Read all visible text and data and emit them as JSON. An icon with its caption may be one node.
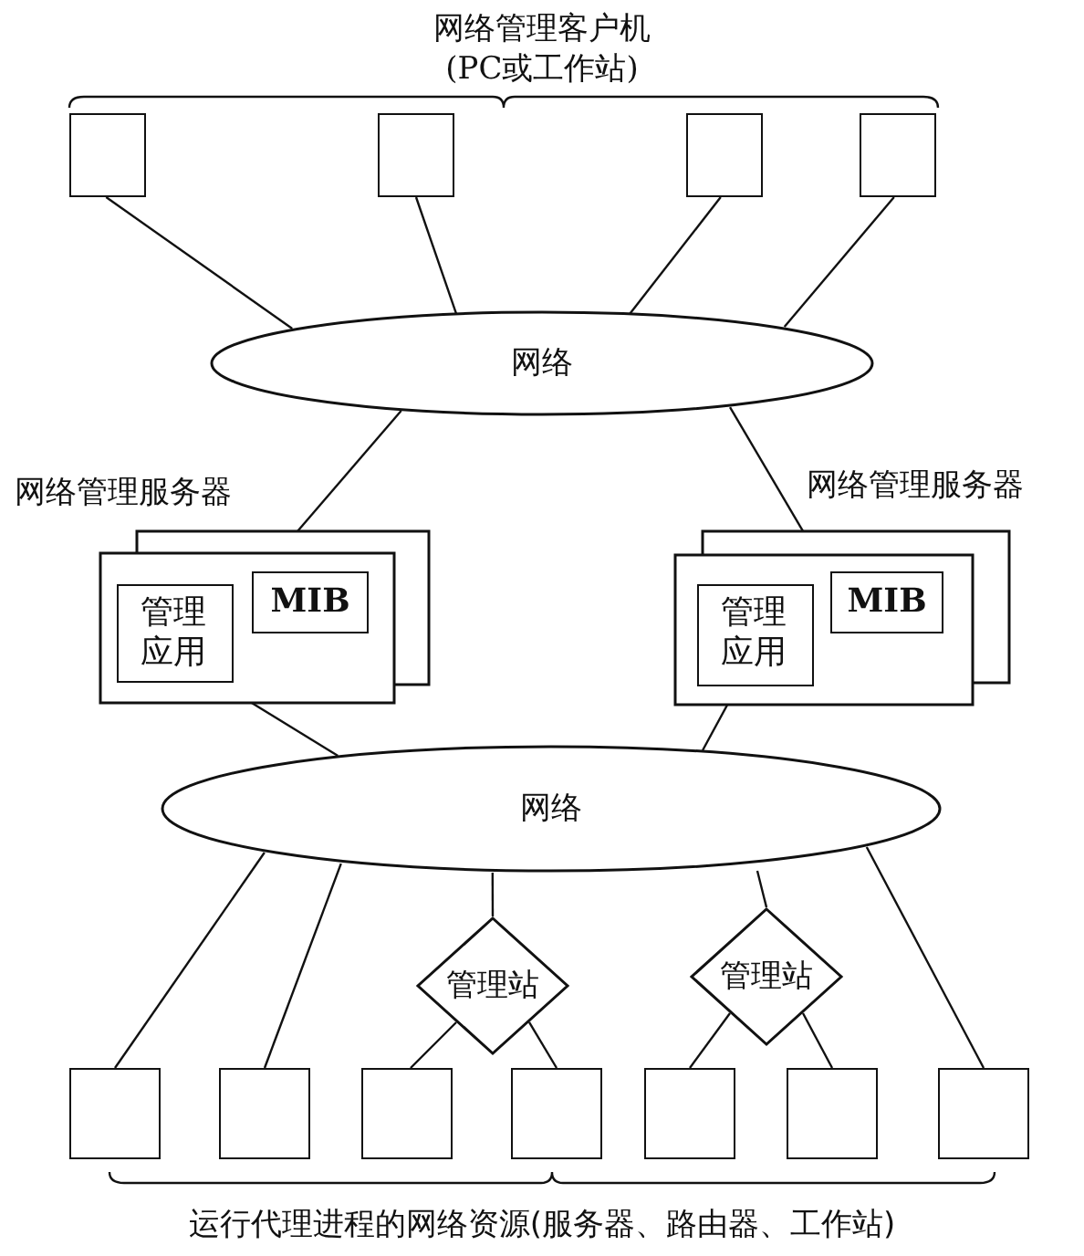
{
  "diagram": {
    "nodes": [
      {
        "text": [],
        "shape": "box"
      },
      {
        "text": [],
        "shape": "box"
      },
      {
        "text": [],
        "shape": "box"
      },
      {
        "text": [],
        "shape": "box"
      },
      {
        "text": [
          "网络"
        ]
      },
      {
        "text": [
          "网络管理服务器"
        ]
      },
      {
        "text": [
          "管理应用"
        ],
        "in": 5
      },
      {
        "text": [
          "MIB"
        ],
        "in": 5
      },
      {
        "text": [
          "网络管理服务器"
        ]
      },
      {
        "text": [
          "管理应用"
        ],
        "in": 8
      },
      {
        "text": [
          "MIB"
        ],
        "in": 8
      },
      {
        "text": [
          "网络"
        ]
      },
      {
        "text": [
          "管理站"
        ]
      },
      {
        "text": [
          "管理站"
        ]
      },
      {
        "text": [],
        "shape": "box"
      },
      {
        "text": [],
        "shape": "box"
      },
      {
        "text": [],
        "shape": "box"
      },
      {
        "text": [],
        "shape": "box"
      },
      {
        "text": [],
        "shape": "box"
      },
      {
        "text": [],
        "shape": "box"
      },
      {
        "text": [],
        "shape": "box"
      }
    ],
    "edges": [
      {
        "from": 0,
        "to": 4,
        "arrow": "none"
      },
      {
        "from": 1,
        "to": 4,
        "arrow": "none"
      },
      {
        "from": 2,
        "to": 4,
        "arrow": "none"
      },
      {
        "from": 3,
        "to": 4,
        "arrow": "none"
      },
      {
        "from": 4,
        "to": 5,
        "arrow": "none"
      },
      {
        "from": 4,
        "to": 8,
        "arrow": "none"
      },
      {
        "from": 6,
        "to": 11,
        "arrow": "none"
      },
      {
        "from": 9,
        "to": 11,
        "arrow": "none"
      },
      {
        "from": 11,
        "to": 14,
        "arrow": "none"
      },
      {
        "from": 11,
        "to": 15,
        "arrow": "none"
      },
      {
        "from": 11,
        "to": 12,
        "arrow": "none"
      },
      {
        "from": 11,
        "to": 13,
        "arrow": "none"
      },
      {
        "from": 11,
        "to": 20,
        "arrow": "none"
      },
      {
        "from": 12,
        "to": 16,
        "arrow": "none"
      },
      {
        "from": 12,
        "to": 17,
        "arrow": "none"
      },
      {
        "from": 13,
        "to": 18,
        "arrow": "none"
      },
      {
        "from": 13,
        "to": 19,
        "arrow": "none"
      }
    ],
    "labels": [
      "网络管理客户机",
      "(PC或工作站)",
      "运行代理进程的网络资源(服务器、路由器、工作站)"
    ]
  }
}
